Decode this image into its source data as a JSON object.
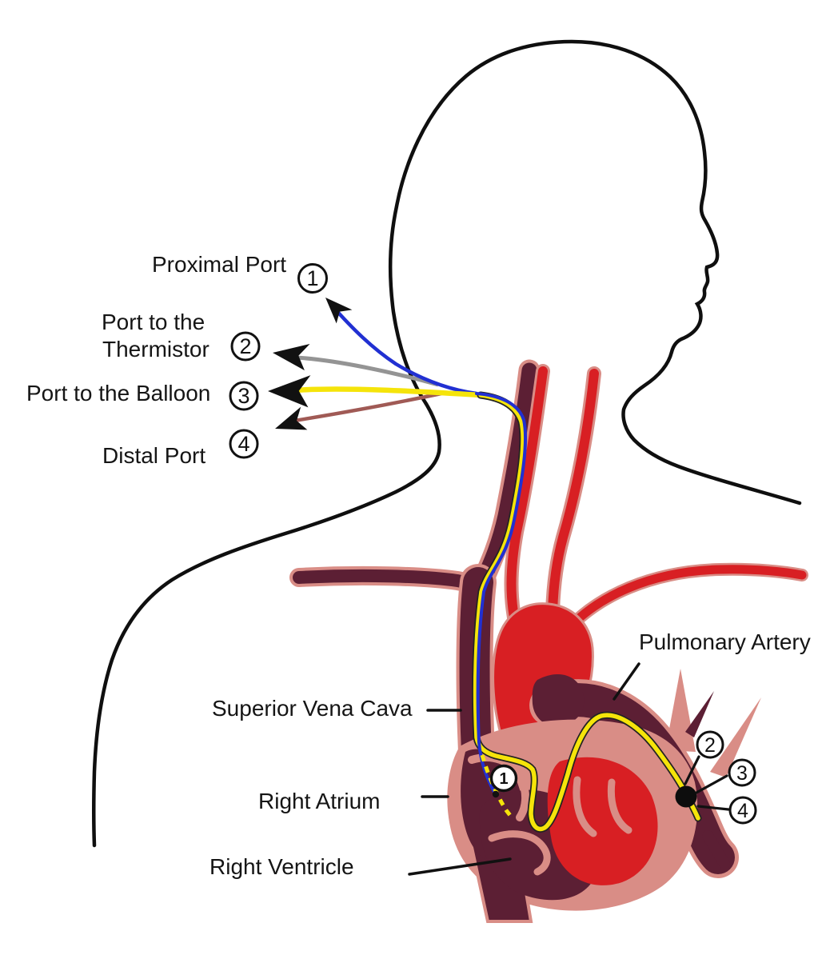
{
  "figure": {
    "description": "Pulmonary artery catheter (Swan-Ganz) insertion diagram",
    "ports": {
      "proximal": {
        "num": "1",
        "label": "Proximal Port"
      },
      "thermistor": {
        "num": "2",
        "label_line1": "Port to the",
        "label_line2": "Thermistor"
      },
      "balloon": {
        "num": "3",
        "label": "Port to the Balloon"
      },
      "distal": {
        "num": "4",
        "label": "Distal Port"
      }
    },
    "anatomy": {
      "pulmonary_artery": "Pulmonary Artery",
      "superior_vena_cava": "Superior Vena Cava",
      "right_atrium": "Right Atrium",
      "right_ventricle": "Right Ventricle"
    },
    "catheter_markers": {
      "in_atrium": "1",
      "at_balloon": [
        "2",
        "3",
        "4"
      ]
    },
    "colors": {
      "outline_black": "#0f0f0f",
      "bright_red": "#d81f23",
      "dark_maroon": "#5c1f34",
      "salmon_pink": "#d98d86",
      "catheter_yellow": "#f5e40a",
      "catheter_blue": "#2130d2",
      "thermistor_gray": "#949494",
      "distal_line_maroon": "#a05a55",
      "balloon_black": "#0d0d0d"
    }
  }
}
